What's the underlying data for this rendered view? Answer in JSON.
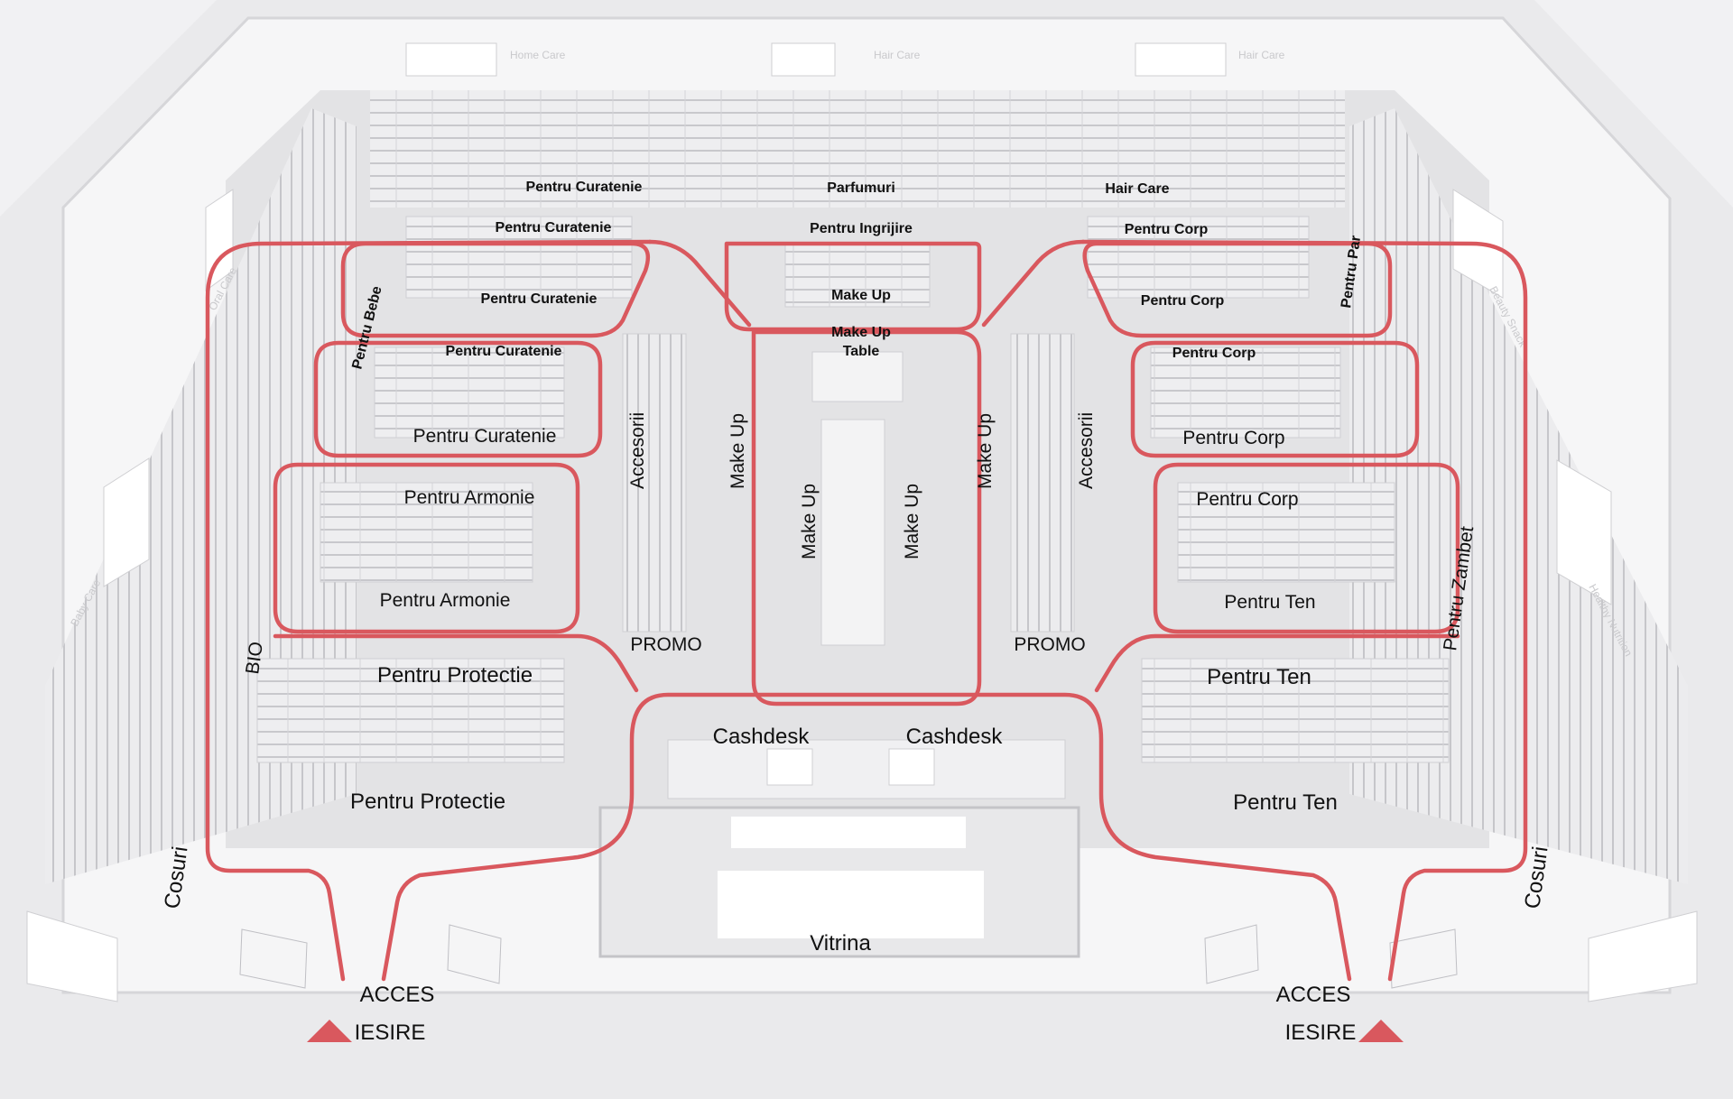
{
  "ceiling_signs": [
    "Home Care",
    "Hair Care",
    "Hair Care"
  ],
  "wall_signs": {
    "left_upper": "Oral Care",
    "left_lower": "Baby Care",
    "right_upper": "Beauty Snack",
    "right_lower": "Healthy Nutrition"
  },
  "labels": {
    "pentru_curatenie_top": "Pentru Curatenie",
    "parfumuri": "Parfumuri",
    "hair_care": "Hair Care",
    "pentru_curatenie_2": "Pentru Curatenie",
    "pentru_ingrijire": "Pentru Ingrijire",
    "pentru_corp_top": "Pentru Corp",
    "pentru_curatenie_3": "Pentru Curatenie",
    "make_up_top": "Make Up",
    "pentru_corp_2": "Pentru Corp",
    "pentru_par": "Pentru Par",
    "pentru_bebe": "Pentru Bebe",
    "pentru_curatenie_4": "Pentru Curatenie",
    "make_up_table_1": "Make Up",
    "make_up_table_2": "Table",
    "pentru_corp_3": "Pentru Corp",
    "pentru_curatenie_5": "Pentru Curatenie",
    "pentru_corp_4": "Pentru Corp",
    "accesorii_left": "Accesorii",
    "make_up_left": "Make Up",
    "make_up_right": "Make Up",
    "accesorii_right": "Accesorii",
    "pentru_armonie_1": "Pentru Armonie",
    "pentru_corp_5": "Pentru Corp",
    "make_up_center_left": "Make Up",
    "make_up_center_right": "Make Up",
    "pentru_zambet": "Pentru Zambet",
    "pentru_armonie_2": "Pentru Armonie",
    "pentru_ten_1": "Pentru Ten",
    "promo_left": "PROMO",
    "promo_right": "PROMO",
    "bio": "BIO",
    "pentru_protectie_1": "Pentru Protectie",
    "pentru_ten_2": "Pentru Ten",
    "cashdesk_left": "Cashdesk",
    "cashdesk_right": "Cashdesk",
    "pentru_protectie_2": "Pentru Protectie",
    "pentru_ten_3": "Pentru Ten",
    "cosuri_left": "Cosuri",
    "cosuri_right": "Cosuri",
    "vitrina": "Vitrina",
    "acces_left": "ACCES",
    "iesire_left": "IESIRE",
    "acces_right": "ACCES",
    "iesire_right": "IESIRE"
  },
  "colors": {
    "route": "#d9585e",
    "floor": "#e4e4e6",
    "wall": "#f4f4f5",
    "shelf": "#d2d2d5"
  }
}
